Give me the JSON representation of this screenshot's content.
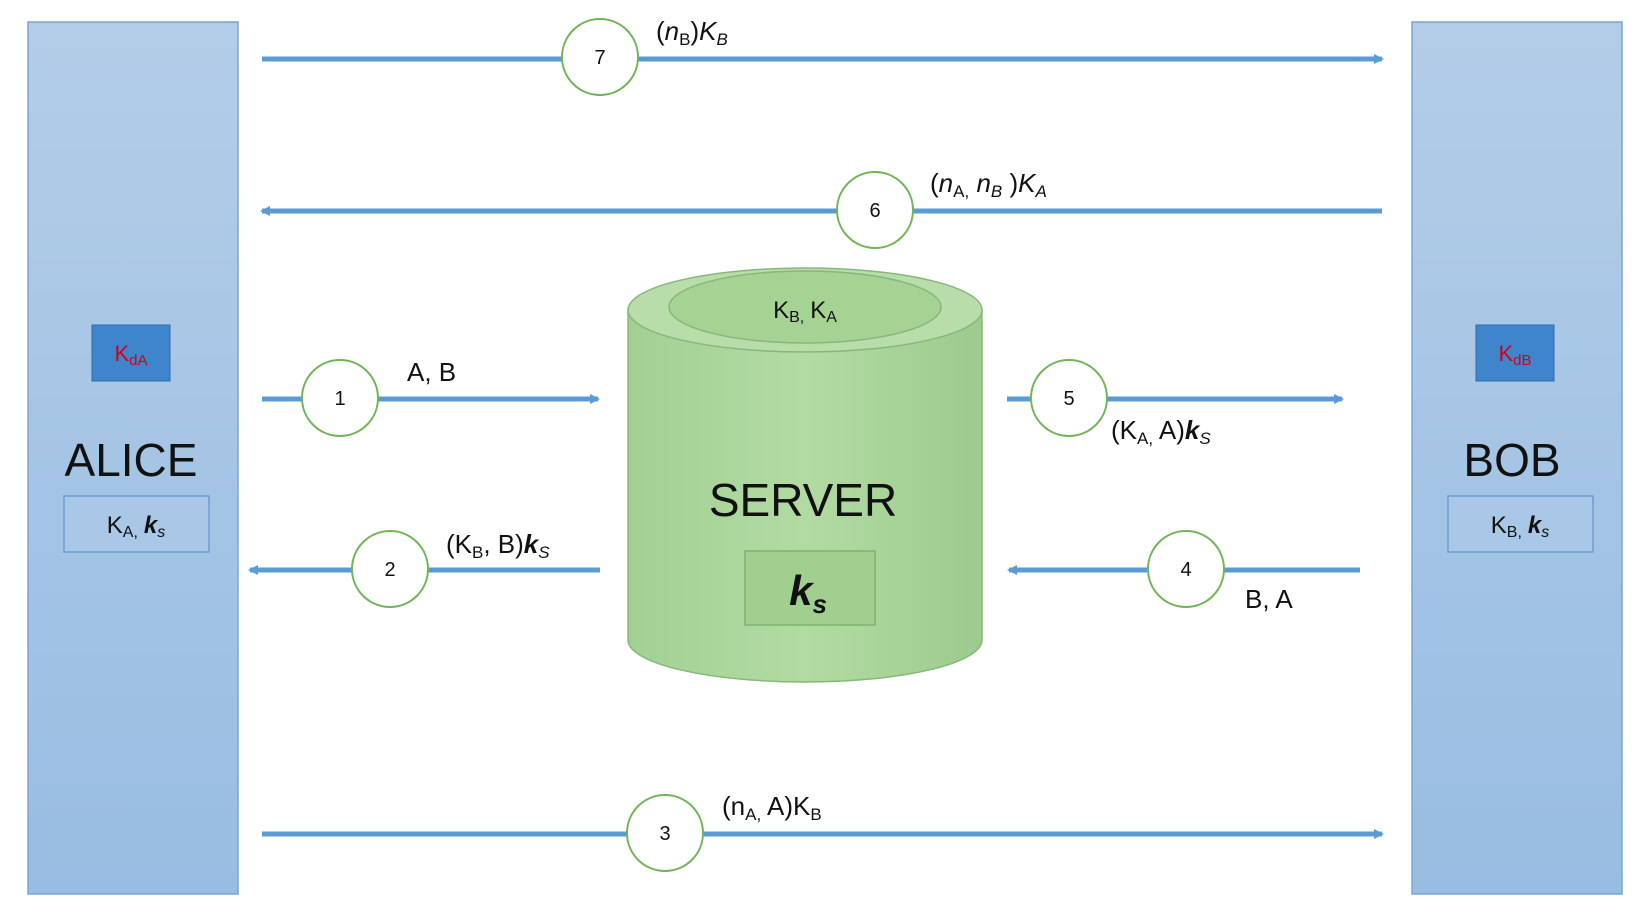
{
  "parties": {
    "alice": {
      "name": "ALICE",
      "private_key": "K",
      "private_key_sub": "dA",
      "keys": {
        "k1": "K",
        "k1_sub": "A,",
        "k2": "k",
        "k2_sub": "s"
      }
    },
    "bob": {
      "name": "BOB",
      "private_key": "K",
      "private_key_sub": "dB",
      "keys": {
        "k1": "K",
        "k1_sub": "B,",
        "k2": "k",
        "k2_sub": "s"
      }
    }
  },
  "server": {
    "name": "SERVER",
    "store": {
      "a": "K",
      "a_sub": "B,",
      "b": "K",
      "b_sub": "A"
    },
    "key": {
      "main": "k",
      "sub": "s"
    }
  },
  "messages": [
    {
      "step": "1",
      "parts": [
        "A, B"
      ]
    },
    {
      "step": "2",
      "parts": [
        "(K",
        "B",
        ", B)",
        "k",
        "S"
      ]
    },
    {
      "step": "3",
      "parts": [
        "(n",
        "A,",
        " A)K",
        "B"
      ]
    },
    {
      "step": "4",
      "parts": [
        "B, A"
      ]
    },
    {
      "step": "5",
      "parts": [
        "(K",
        "A,",
        " A)",
        "k",
        "S"
      ]
    },
    {
      "step": "6",
      "parts": [
        "(",
        "n",
        "A,",
        " ",
        "n",
        "B",
        " )",
        "K",
        "A"
      ]
    },
    {
      "step": "7",
      "parts": [
        "(",
        "n",
        "B",
        ")",
        "K",
        "B"
      ]
    }
  ],
  "colors": {
    "party_fill": "#a6c4e4",
    "party_stroke": "#6f9ccd",
    "key_box_fill": "#3f85cc",
    "key_text": "#d0021b",
    "arrow": "#5b9bd5",
    "server_fill": "#a8d49a",
    "server_top": "#c2e1b6",
    "server_stroke": "#86b87a"
  }
}
